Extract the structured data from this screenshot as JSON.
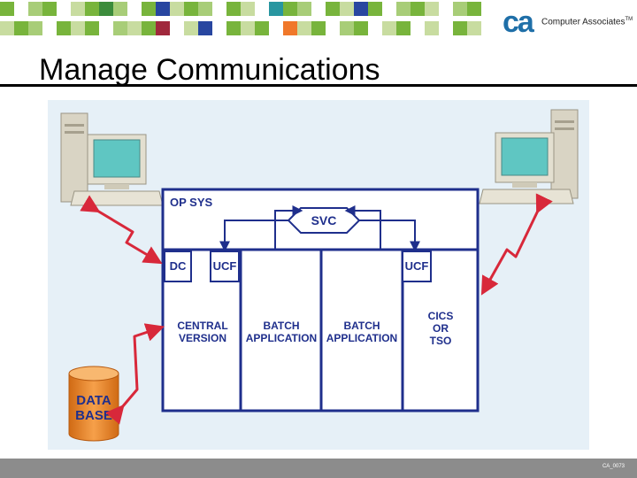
{
  "slide": {
    "title": "Manage Communications",
    "footer_code": "CA_0073"
  },
  "logo": {
    "mark": "ca",
    "company": "Computer Associates",
    "trademark": "TM"
  },
  "diagram": {
    "op_sys_label": "OP SYS",
    "svc_label": "SVC",
    "dc_label": "DC",
    "ucf_left_label": "UCF",
    "ucf_right_label": "UCF",
    "central_version": [
      "CENTRAL",
      "VERSION"
    ],
    "batch_app_1": [
      "BATCH",
      "APPLICATION"
    ],
    "batch_app_2": [
      "BATCH",
      "APPLICATION"
    ],
    "cics_tso": [
      "CICS",
      "OR",
      "TSO"
    ],
    "database": [
      "DATA",
      "BASE"
    ]
  },
  "colors": {
    "box_stroke": "#1f2f8c",
    "box_fill": "#ffffff",
    "label_blue": "#1f2f8c",
    "arrow_red": "#d8283a",
    "database_orange": "#f08c2a",
    "panel_bg": "#e6f0f7"
  },
  "header_squares": [
    "#78b43c",
    "#ffffff",
    "#a8cd78",
    "#78b43c",
    "#ffffff",
    "#c8dca0",
    "#78b43c",
    "#3c8c3c",
    "#a8cd78",
    "#ffffff",
    "#78b43c",
    "#2846a0",
    "#c8dca0",
    "#78b43c",
    "#a8cd78",
    "#ffffff",
    "#78b43c",
    "#c8dca0",
    "#ffffff",
    "#2896a0",
    "#78b43c",
    "#a8cd78",
    "#ffffff",
    "#78b43c",
    "#c8dca0",
    "#2846a0",
    "#78b43c",
    "#ffffff",
    "#a8cd78",
    "#78b43c",
    "#c8dca0",
    "#ffffff",
    "#a8cd78",
    "#78b43c",
    "#ffffff",
    "#c8dca0",
    "#78b43c",
    "#a8cd78",
    "#ffffff",
    "#78b43c",
    "#c8dca0",
    "#78b43c",
    "#ffffff",
    "#a8cd78",
    "#c8dca0",
    "#78b43c",
    "#a0283c",
    "#ffffff",
    "#c8dca0",
    "#2846a0",
    "#ffffff",
    "#78b43c",
    "#c8dca0",
    "#78b43c",
    "#ffffff",
    "#f0782a",
    "#c8dca0",
    "#78b43c",
    "#ffffff",
    "#a8cd78",
    "#78b43c",
    "#ffffff",
    "#c8dca0",
    "#78b43c",
    "#ffffff",
    "#c8dca0",
    "#ffffff",
    "#78b43c",
    "#c8dca0",
    "#ffffff"
  ]
}
